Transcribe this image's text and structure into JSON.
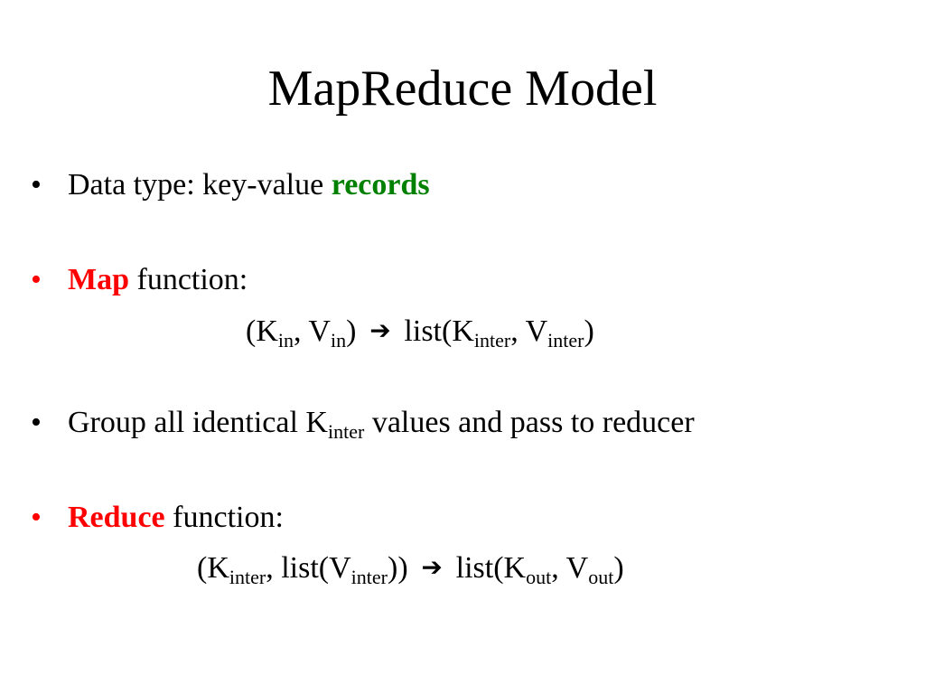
{
  "slide": {
    "title": "MapReduce Model",
    "bullet_char": "•",
    "arrow_char": "➔",
    "bullet1": {
      "text": "Data type: key-value ",
      "highlight": "records",
      "highlight_color": "#008000"
    },
    "bullet2": {
      "highlight": "Map",
      "highlight_color": "#ff0000",
      "text": " function:",
      "formula": {
        "open": "(K",
        "sub1": "in",
        "mid1": ", V",
        "sub2": "in",
        "mid2": ") ",
        "after_arrow": " list(K",
        "sub3": "inter",
        "mid3": ", V",
        "sub4": "inter",
        "close": ")"
      }
    },
    "bullet3": {
      "text_before": "Group all identical K",
      "sub": "inter",
      "text_after": " values and pass to reducer"
    },
    "bullet4": {
      "highlight": "Reduce",
      "highlight_color": "#ff0000",
      "text": " function:",
      "formula": {
        "open": "(K",
        "sub1": "inter",
        "mid1": ", list(V",
        "sub2": "inter",
        "mid2": ")) ",
        "after_arrow": " list(K",
        "sub3": "out",
        "mid3": ", V",
        "sub4": "out",
        "close": ")"
      }
    }
  }
}
